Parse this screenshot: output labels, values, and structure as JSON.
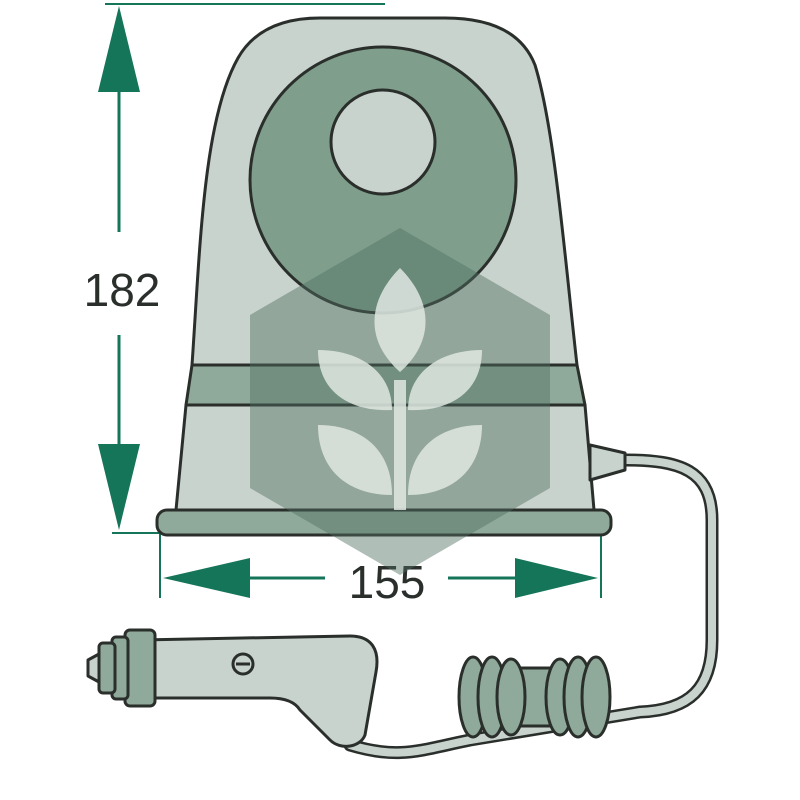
{
  "dimensions": {
    "height_value": "182",
    "width_value": "155"
  },
  "colors": {
    "arrow_green": "#157559",
    "outline": "#2a2f2c",
    "body_light": "#c9d3cd",
    "body_mid": "#8fa99a",
    "lens_dark": "#7f9e8c",
    "watermark_dark": "#4f6e62",
    "watermark_light": "#dfe8e2"
  },
  "icons": {
    "product": "rotating-beacon-icon",
    "watermark": "grain-hexagon-logo"
  }
}
